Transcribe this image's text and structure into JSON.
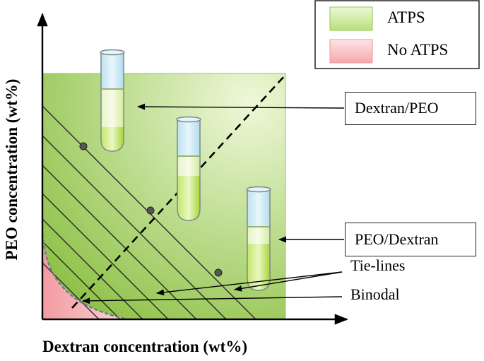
{
  "axes": {
    "y_label": "PEO concentration (wt%)",
    "x_label": "Dextran concentration (wt%)"
  },
  "legend": {
    "items": [
      {
        "label": "ATPS",
        "color": "#c9e98a"
      },
      {
        "label": "No ATPS",
        "color": "#f7b9bd"
      }
    ]
  },
  "callouts": {
    "dextran_peo": "Dextran/PEO",
    "peo_dextran": "PEO/Dextran",
    "tie_lines": "Tie-lines",
    "binodal": "Binodal"
  },
  "colors": {
    "atps_region_light": "#eef8d8",
    "atps_region_dark": "#8fc24a",
    "no_atps_region": "#f7b9bd",
    "tube_top": "#cfe9f3",
    "tube_bottom": "#b6dd4f"
  }
}
